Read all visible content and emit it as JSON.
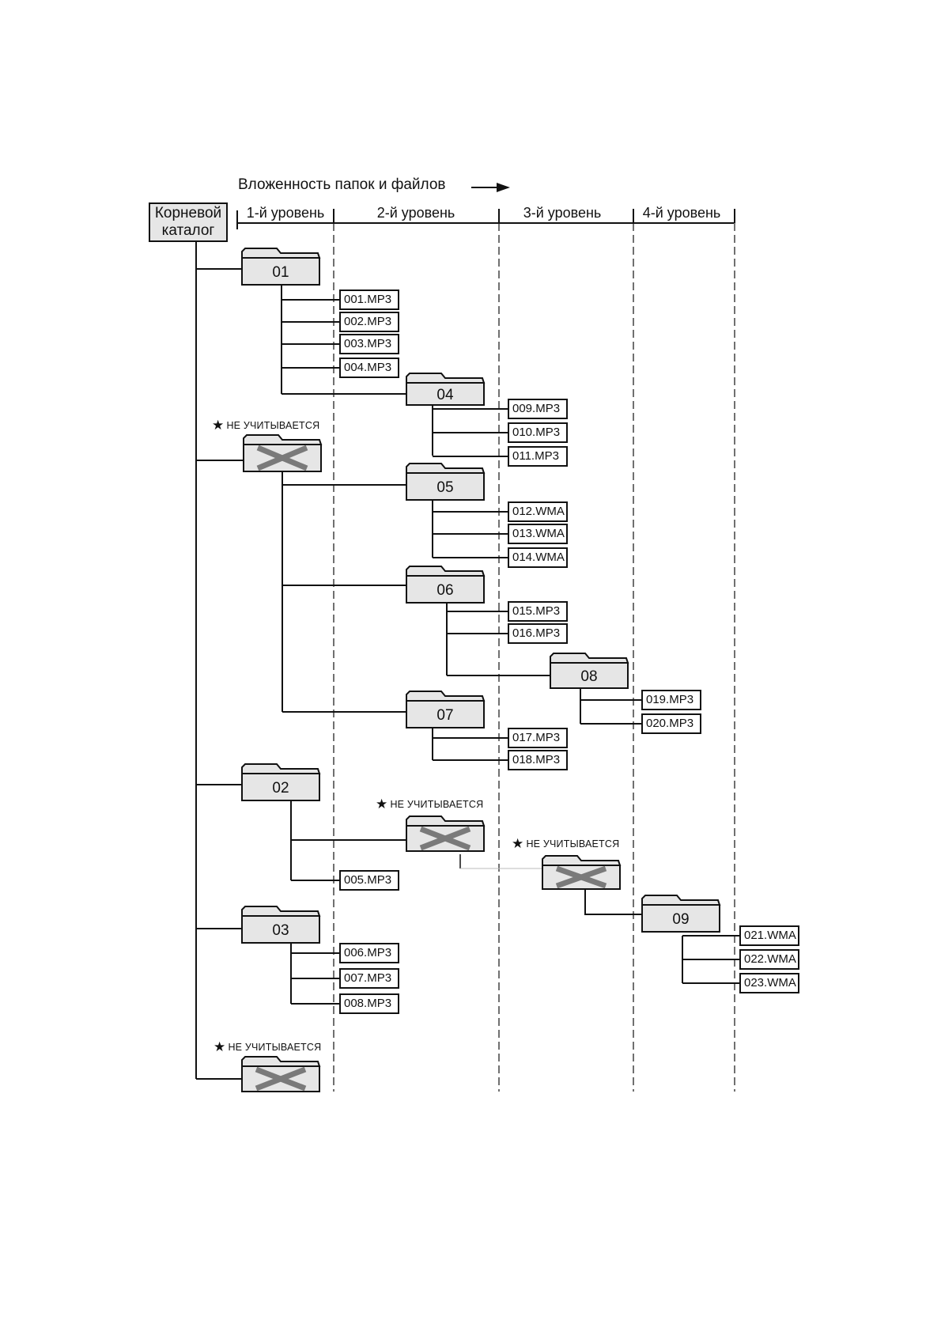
{
  "header": {
    "title": "Вложенность папок и файлов",
    "root_line1": "Корневой",
    "root_line2": "каталог",
    "levels": [
      "1-й уровень",
      "2-й уровень",
      "3-й уровень",
      "4-й уровень"
    ]
  },
  "folders": [
    {
      "id": "f01",
      "label": "01"
    },
    {
      "id": "f04",
      "label": "04"
    },
    {
      "id": "f05",
      "label": "05"
    },
    {
      "id": "f06",
      "label": "06"
    },
    {
      "id": "f08",
      "label": "08"
    },
    {
      "id": "f07",
      "label": "07"
    },
    {
      "id": "f02",
      "label": "02"
    },
    {
      "id": "f03",
      "label": "03"
    },
    {
      "id": "f09",
      "label": "09"
    }
  ],
  "files": [
    "001.MP3",
    "002.MP3",
    "003.MP3",
    "004.MP3",
    "009.MP3",
    "010.MP3",
    "011.MP3",
    "012.WMA",
    "013.WMA",
    "014.WMA",
    "015.MP3",
    "016.MP3",
    "019.MP3",
    "020.MP3",
    "017.MP3",
    "018.MP3",
    "005.MP3",
    "006.MP3",
    "007.MP3",
    "008.MP3",
    "021.WMA",
    "022.WMA",
    "023.WMA"
  ],
  "ignored_label": "НЕ УЧИТЫВАЕТСЯ",
  "star_symbol": "★",
  "colors": {
    "folder_fill": "#e6e6e6",
    "cross": "#7a7a7a",
    "line": "#111111"
  }
}
